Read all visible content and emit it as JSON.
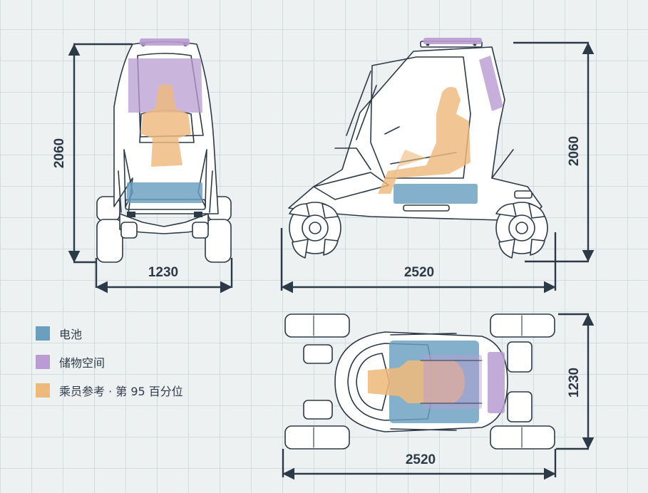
{
  "dimensions": {
    "front_height": "2060",
    "front_width": "1230",
    "side_height": "2060",
    "side_length": "2520",
    "top_width": "1230",
    "top_length": "2520"
  },
  "legend": [
    {
      "label": "电池",
      "color": "#6a9fc0"
    },
    {
      "label": "储物空间",
      "color": "#b89cd2"
    },
    {
      "label": "乘员参考 · 第 95 百分位",
      "color": "#eeb97c"
    }
  ],
  "colors": {
    "battery": "#6a9fc0",
    "storage": "#b89cd2",
    "occupant": "#eeb97c",
    "ink": "#2c3a47",
    "grid": "#d3dbdf",
    "background": "#eef1f2"
  }
}
